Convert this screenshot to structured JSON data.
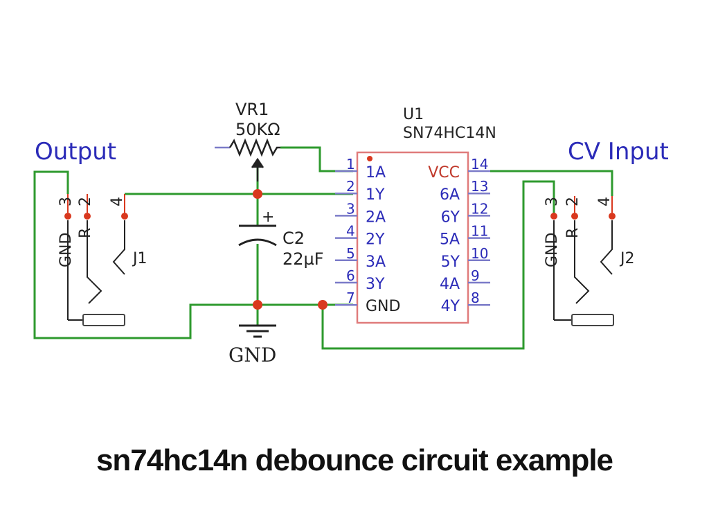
{
  "caption": "sn74hc14n debounce circuit example",
  "labels": {
    "output": "Output",
    "cv_input": "CV Input",
    "vr1_ref": "VR1",
    "vr1_value": "50KΩ",
    "u1_ref": "U1",
    "u1_part": "SN74HC14N",
    "c2_ref": "C2",
    "c2_value": "22µF",
    "c2_plus": "+",
    "gnd_symbol": "GND",
    "j1": "J1",
    "j2": "J2",
    "jack_pin_3": "3",
    "jack_pin_2": "2",
    "jack_pin_4": "4",
    "jack_gnd": "GND",
    "jack_r": "R"
  },
  "ic_pins_left": [
    {
      "num": "1",
      "name": "1A"
    },
    {
      "num": "2",
      "name": "1Y"
    },
    {
      "num": "3",
      "name": "2A"
    },
    {
      "num": "4",
      "name": "2Y"
    },
    {
      "num": "5",
      "name": "3A"
    },
    {
      "num": "6",
      "name": "3Y"
    },
    {
      "num": "7",
      "name": "GND"
    }
  ],
  "ic_pins_right": [
    {
      "num": "14",
      "name": "VCC"
    },
    {
      "num": "13",
      "name": "6A"
    },
    {
      "num": "12",
      "name": "6Y"
    },
    {
      "num": "11",
      "name": "5A"
    },
    {
      "num": "10",
      "name": "5Y"
    },
    {
      "num": "9",
      "name": "4A"
    },
    {
      "num": "8",
      "name": "4Y"
    }
  ],
  "colors": {
    "wire": "#2e9a2e",
    "component": "#222222",
    "pin": "#7b7bc8",
    "ic_body": "#e07b7b",
    "node": "#d9381e",
    "label": "#2b2bb8"
  }
}
